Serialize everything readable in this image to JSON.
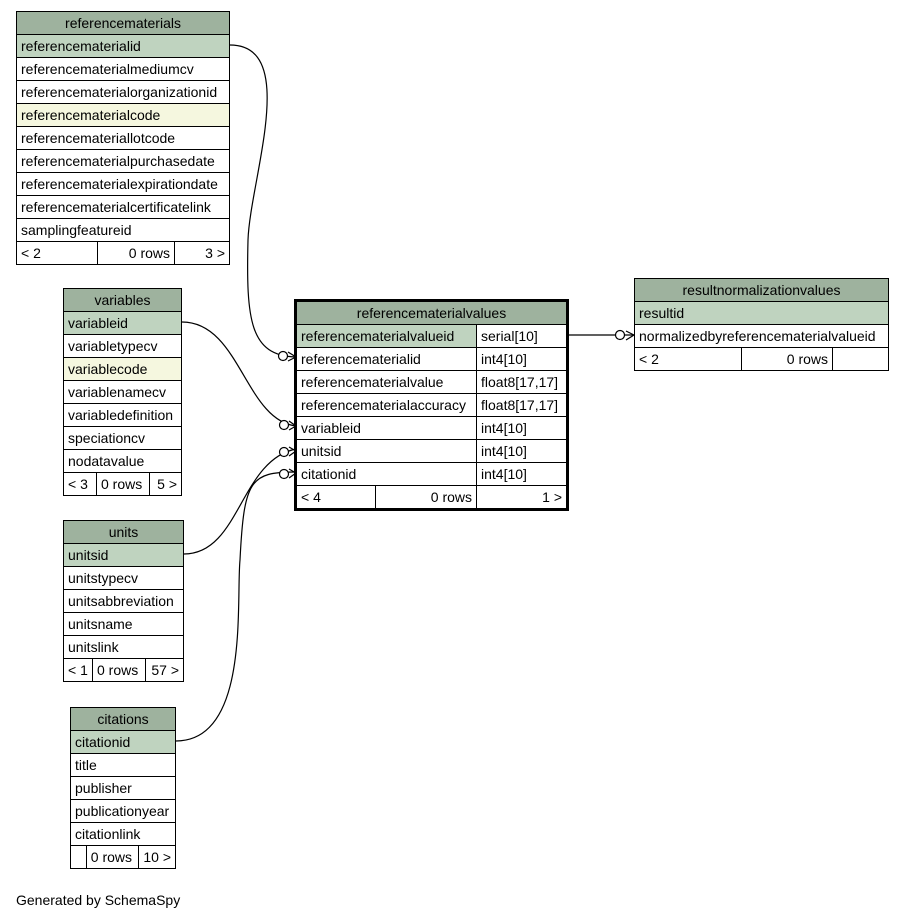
{
  "tables": {
    "referencematerials": {
      "name": "referencematerials",
      "columns": [
        {
          "name": "referencematerialid",
          "kind": "pk"
        },
        {
          "name": "referencematerialmediumcv",
          "kind": ""
        },
        {
          "name": "referencematerialorganizationid",
          "kind": ""
        },
        {
          "name": "referencematerialcode",
          "kind": "idx"
        },
        {
          "name": "referencemateriallotcode",
          "kind": ""
        },
        {
          "name": "referencematerialpurchasedate",
          "kind": ""
        },
        {
          "name": "referencematerialexpirationdate",
          "kind": ""
        },
        {
          "name": "referencematerialcertificatelink",
          "kind": ""
        },
        {
          "name": "samplingfeatureid",
          "kind": ""
        }
      ],
      "footer": {
        "parents": "< 2",
        "rows": "0 rows",
        "children": "3 >"
      }
    },
    "variables": {
      "name": "variables",
      "columns": [
        {
          "name": "variableid",
          "kind": "pk"
        },
        {
          "name": "variabletypecv",
          "kind": ""
        },
        {
          "name": "variablecode",
          "kind": "idx"
        },
        {
          "name": "variablenamecv",
          "kind": ""
        },
        {
          "name": "variabledefinition",
          "kind": ""
        },
        {
          "name": "speciationcv",
          "kind": ""
        },
        {
          "name": "nodatavalue",
          "kind": ""
        }
      ],
      "footer": {
        "parents": "< 3",
        "rows": "0 rows",
        "children": "5 >"
      }
    },
    "units": {
      "name": "units",
      "columns": [
        {
          "name": "unitsid",
          "kind": "pk"
        },
        {
          "name": "unitstypecv",
          "kind": ""
        },
        {
          "name": "unitsabbreviation",
          "kind": ""
        },
        {
          "name": "unitsname",
          "kind": ""
        },
        {
          "name": "unitslink",
          "kind": ""
        }
      ],
      "footer": {
        "parents": "< 1",
        "rows": "0 rows",
        "children": "57 >"
      }
    },
    "citations": {
      "name": "citations",
      "columns": [
        {
          "name": "citationid",
          "kind": "pk"
        },
        {
          "name": "title",
          "kind": ""
        },
        {
          "name": "publisher",
          "kind": ""
        },
        {
          "name": "publicationyear",
          "kind": ""
        },
        {
          "name": "citationlink",
          "kind": ""
        }
      ],
      "footer": {
        "parents": "",
        "rows": "0 rows",
        "children": "10 >"
      }
    },
    "referencematerialvalues": {
      "name": "referencematerialvalues",
      "columns": [
        {
          "name": "referencematerialvalueid",
          "type": "serial[10]",
          "kind": "pk"
        },
        {
          "name": "referencematerialid",
          "type": "int4[10]",
          "kind": ""
        },
        {
          "name": "referencematerialvalue",
          "type": "float8[17,17]",
          "kind": ""
        },
        {
          "name": "referencematerialaccuracy",
          "type": "float8[17,17]",
          "kind": ""
        },
        {
          "name": "variableid",
          "type": "int4[10]",
          "kind": ""
        },
        {
          "name": "unitsid",
          "type": "int4[10]",
          "kind": ""
        },
        {
          "name": "citationid",
          "type": "int4[10]",
          "kind": ""
        }
      ],
      "footer": {
        "parents": "< 4",
        "rows": "0 rows",
        "children": "1 >"
      }
    },
    "resultnormalizationvalues": {
      "name": "resultnormalizationvalues",
      "columns": [
        {
          "name": "resultid",
          "kind": "pk"
        },
        {
          "name": "normalizedbyreferencematerialvalueid",
          "kind": ""
        }
      ],
      "footer": {
        "parents": "< 2",
        "rows": "0 rows",
        "children": ""
      }
    }
  },
  "footer_text": "Generated by SchemaSpy"
}
